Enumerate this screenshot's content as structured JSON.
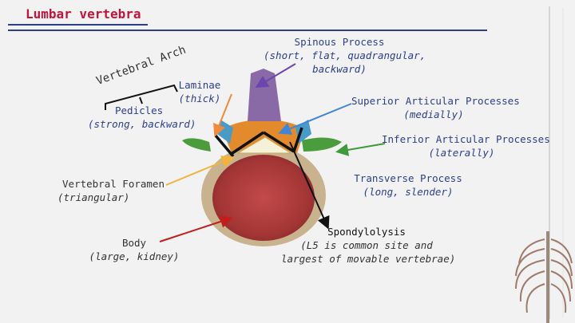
{
  "title": "Lumbar vertebra",
  "arch_label": "Vertebral Arch",
  "labels": {
    "spinous": {
      "main": "Spinous Process",
      "sub": "(short, flat, quadrangular,",
      "sub2": "backward)"
    },
    "laminae": {
      "main": "Laminae",
      "sub": "(thick)"
    },
    "pedicles": {
      "main": "Pedicles",
      "sub": "(strong, backward)"
    },
    "superior": {
      "main": "Superior Articular Processes",
      "sub": "(medially)"
    },
    "inferior": {
      "main": "Inferior Articular Processes",
      "sub": "(laterally)"
    },
    "transverse": {
      "main": "Transverse Process",
      "sub": "(long, slender)"
    },
    "foramen": {
      "main": "Vertebral Foramen",
      "sub": "(triangular)"
    },
    "body": {
      "main": "Body",
      "sub": "(large, kidney)"
    },
    "spondylolysis": {
      "main": "Spondylolysis",
      "sub": "(L5 is common site and",
      "sub2": "largest of movable vertebrae)"
    }
  },
  "colors": {
    "title": "#c0143c",
    "spinous_arrow": "#6b45b0",
    "laminae_arrow": "#f08a3c",
    "superior_arrow": "#3f86d8",
    "inferior_arrow": "#3f9a3a",
    "foramen_arrow": "#f2b43c",
    "body_arrow": "#c0201c",
    "spondylolysis_arrow": "#111111"
  }
}
